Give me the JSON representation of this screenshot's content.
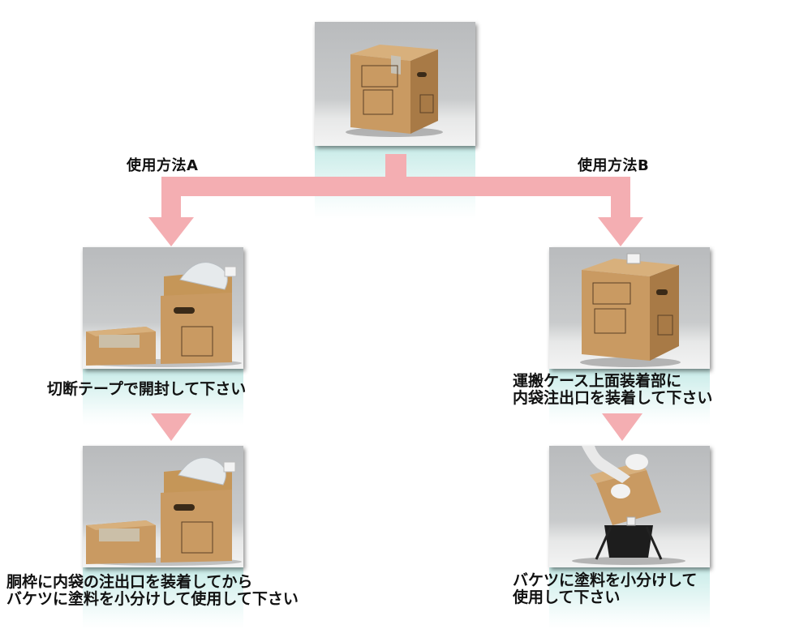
{
  "method_a": {
    "label": "使用方法A"
  },
  "method_b": {
    "label": "使用方法B"
  },
  "step_a1": {
    "lines": [
      "切断テープで開封して下さい"
    ]
  },
  "step_a2": {
    "lines": [
      "胴枠に内袋の注出口を装着してから",
      "バケツに塗料を小分けして使用して下さい"
    ]
  },
  "step_b1": {
    "lines": [
      "運搬ケース上面装着部に",
      "内袋注出口を装着して下さい"
    ]
  },
  "step_b2": {
    "lines": [
      "バケツに塗料を小分けして",
      "使用して下さい"
    ]
  },
  "colors": {
    "arrow": "#f4aeb2",
    "reflection": "#bfe8e4",
    "carton": "#c99a62"
  }
}
